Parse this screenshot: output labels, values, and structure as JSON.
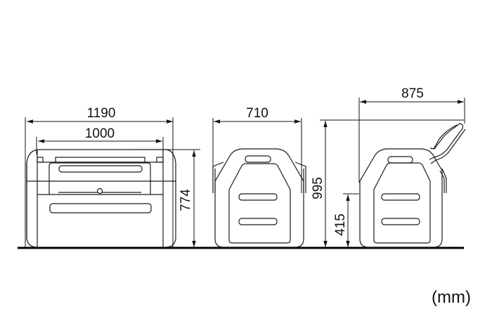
{
  "diagram": {
    "type": "dimension-drawing",
    "unit_label": "(mm)",
    "front_view": {
      "overall_width": "1190",
      "inner_width": "1000",
      "height": "774"
    },
    "side_view_closed": {
      "depth": "710",
      "height_with_handle": "995"
    },
    "side_view_open": {
      "depth_with_handle": "875",
      "handle_pivot_height": "415"
    },
    "colors": {
      "line": "#1a1a1a",
      "ground": "#000000",
      "background": "#ffffff"
    }
  }
}
